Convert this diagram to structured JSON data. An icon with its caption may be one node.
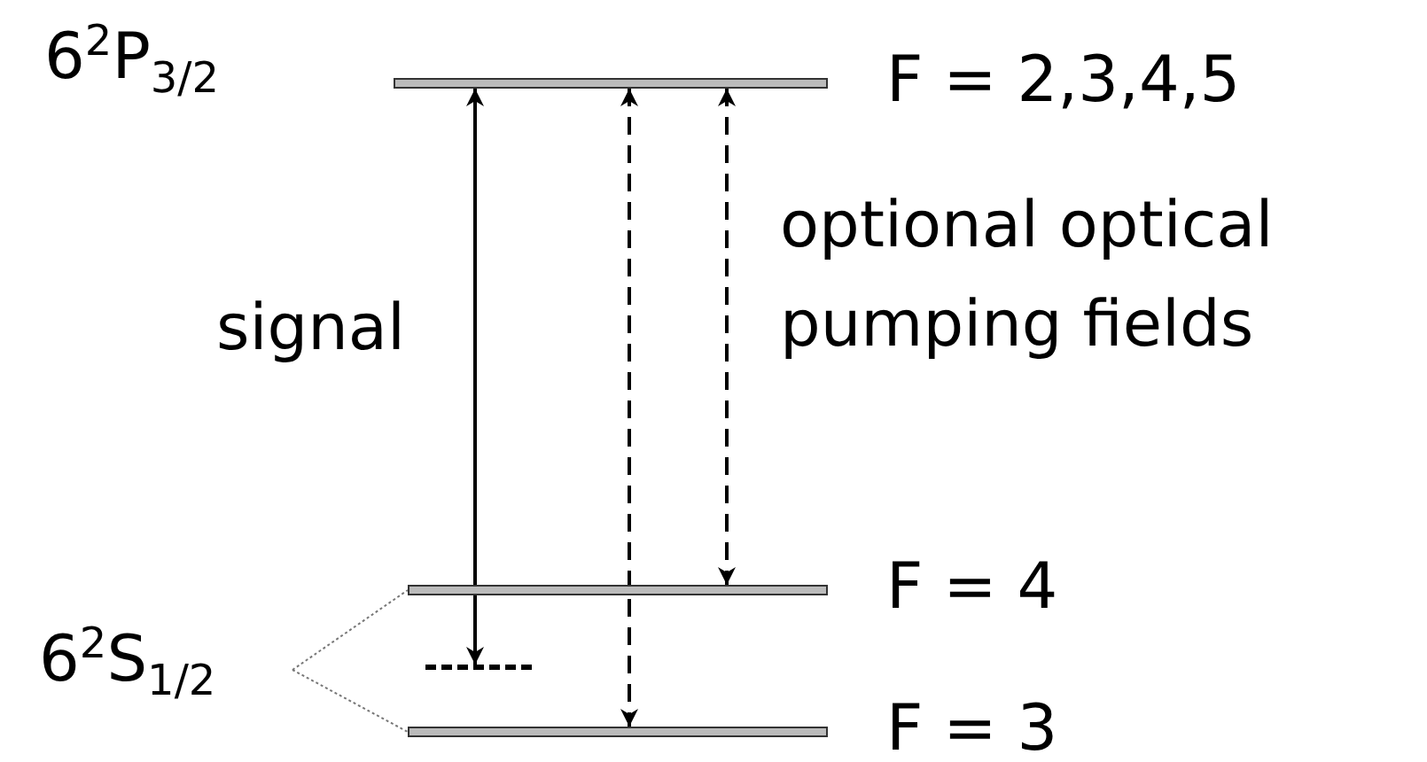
{
  "diagram": {
    "nodes": [
      {
        "text": [],
        "shape": "bar",
        "beside": [
          "6$^{2}$P$_{3/2}$",
          "F = 2,3,4,5"
        ]
      },
      {
        "text": [],
        "shape": "bar",
        "beside": [
          "F = 4"
        ]
      },
      {
        "text": [],
        "shape": "bar"
      },
      {
        "text": [],
        "shape": "bar",
        "beside": [
          "F = 3"
        ]
      },
      {
        "text": [
          "6$^{2}$S$_{1/2}$"
        ]
      }
    ],
    "edges": [
      {
        "from": 0,
        "to": 2,
        "arrow": "both",
        "label": "signal"
      },
      {
        "from": 0,
        "to": 3,
        "arrow": "both",
        "style": "dashed"
      },
      {
        "from": 0,
        "to": 1,
        "arrow": "both",
        "style": "dashed",
        "label": "optional optical pumping fields"
      },
      {
        "from": 4,
        "to": 1,
        "arrow": "none",
        "style": "dashed",
        "color": "#777777"
      },
      {
        "from": 4,
        "to": 3,
        "arrow": "none",
        "style": "dashed",
        "color": "#777777"
      }
    ]
  }
}
